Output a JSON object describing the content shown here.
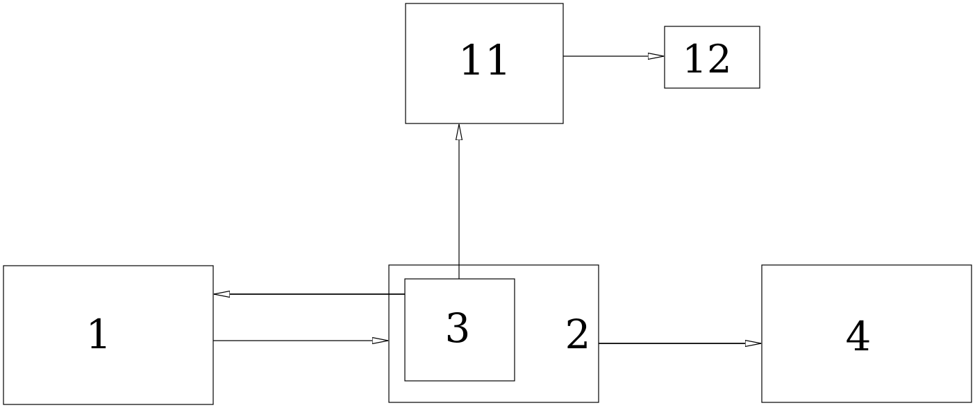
{
  "diagram": {
    "nodes": [
      {
        "id": "n1",
        "label": "1"
      },
      {
        "id": "n2",
        "label": "2"
      },
      {
        "id": "n3",
        "label": "3"
      },
      {
        "id": "n4",
        "label": "4"
      },
      {
        "id": "n11",
        "label": "11"
      },
      {
        "id": "n12",
        "label": "12"
      }
    ],
    "edges": [
      {
        "from": "n1",
        "to": "n2"
      },
      {
        "from": "n3",
        "to": "n1"
      },
      {
        "from": "n3",
        "to": "n11"
      },
      {
        "from": "n11",
        "to": "n12"
      },
      {
        "from": "n2",
        "to": "n4"
      }
    ],
    "containment": [
      {
        "parent": "n2",
        "child": "n3"
      }
    ]
  }
}
